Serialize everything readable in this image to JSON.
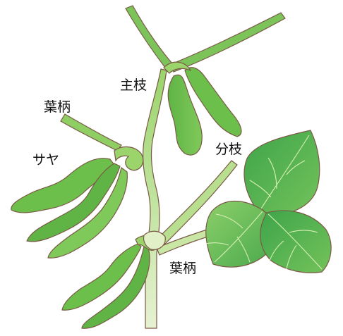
{
  "labels": {
    "main_stem": "主枝",
    "petiole_upper": "葉柄",
    "pod": "サヤ",
    "branch": "分枝",
    "petiole_lower": "葉柄"
  },
  "colors": {
    "stem_light": "#e2f0c8",
    "stem_green": "#8fce63",
    "pod_green": "#6cbf4a",
    "pod_dark": "#4fa637",
    "leaf_green": "#4caf50",
    "leaf_light": "#7cc35a",
    "outline": "#7a5a46",
    "vein": "#d9efb4"
  }
}
